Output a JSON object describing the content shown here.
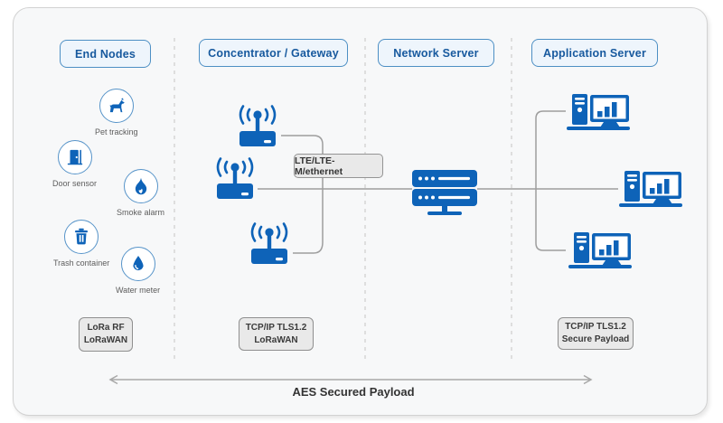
{
  "columns": [
    {
      "title": "End Nodes"
    },
    {
      "title": "Concentrator / Gateway"
    },
    {
      "title": "Network Server"
    },
    {
      "title": "Application Server"
    }
  ],
  "end_nodes": [
    {
      "label": "Pet tracking",
      "icon": "dog-icon"
    },
    {
      "label": "Door sensor",
      "icon": "door-icon"
    },
    {
      "label": "Smoke alarm",
      "icon": "flame-icon"
    },
    {
      "label": "Trash container",
      "icon": "trash-icon"
    },
    {
      "label": "Water meter",
      "icon": "water-drop-icon"
    }
  ],
  "link_label": "LTE/LTE-M/ethernet",
  "protocols": [
    {
      "line1": "LoRa RF",
      "line2": "LoRaWAN"
    },
    {
      "line1": "TCP/IP TLS1.2",
      "line2": "LoRaWAN"
    },
    {
      "line1": "TCP/IP TLS1.2",
      "line2": "Secure Payload"
    }
  ],
  "footer": {
    "label": "AES Secured Payload"
  },
  "colors": {
    "icon_blue": "#0e63b8",
    "header_bg": "#eef5fc",
    "header_border": "#4d8fc4",
    "header_text": "#17599e",
    "connector_grey": "#9e9e9e",
    "divider_grey": "#c4c4c4",
    "label_bg": "#e9e9e9",
    "label_border": "#8f8f8f",
    "card_bg": "#f7f8f9"
  }
}
